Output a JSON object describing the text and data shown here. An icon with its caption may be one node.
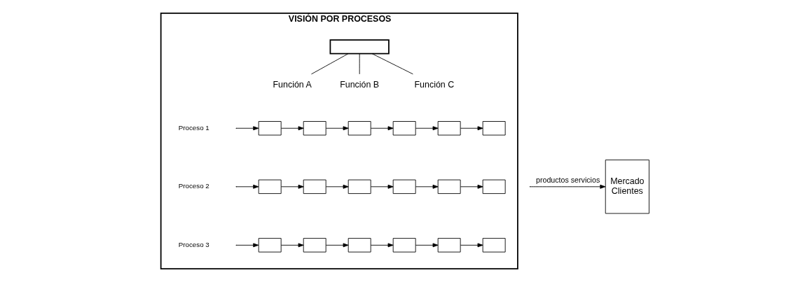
{
  "diagram": {
    "nodes": [
      {
        "text": [
          "VISIÓN POR PROCESOS"
        ]
      },
      {
        "text": [],
        "shape": "box",
        "in": 0
      },
      {
        "text": [
          "Función A"
        ],
        "in": 0
      },
      {
        "text": [
          "Función B"
        ],
        "in": 0
      },
      {
        "text": [
          "Función C"
        ],
        "in": 0
      },
      {
        "text": [],
        "shape": "box",
        "in": 0
      },
      {
        "text": [],
        "shape": "box",
        "in": 0
      },
      {
        "text": [],
        "shape": "box",
        "in": 0
      },
      {
        "text": [],
        "shape": "box",
        "in": 0
      },
      {
        "text": [],
        "shape": "box",
        "in": 0
      },
      {
        "text": [],
        "shape": "box",
        "in": 0
      },
      {
        "text": [],
        "shape": "box",
        "in": 0
      },
      {
        "text": [],
        "shape": "box",
        "in": 0
      },
      {
        "text": [],
        "shape": "box",
        "in": 0
      },
      {
        "text": [],
        "shape": "box",
        "in": 0
      },
      {
        "text": [],
        "shape": "box",
        "in": 0
      },
      {
        "text": [],
        "shape": "box",
        "in": 0
      },
      {
        "text": [],
        "shape": "box",
        "in": 0
      },
      {
        "text": [],
        "shape": "box",
        "in": 0
      },
      {
        "text": [],
        "shape": "box",
        "in": 0
      },
      {
        "text": [],
        "shape": "box",
        "in": 0
      },
      {
        "text": [],
        "shape": "box",
        "in": 0
      },
      {
        "text": [],
        "shape": "box",
        "in": 0
      },
      {
        "text": [
          "Mercado",
          "Clientes"
        ]
      }
    ],
    "edges": [
      {
        "from": 1,
        "to": 2,
        "arrow": "none"
      },
      {
        "from": 1,
        "to": 3,
        "arrow": "none"
      },
      {
        "from": 1,
        "to": 4,
        "arrow": "none"
      },
      {
        "from": null,
        "to": 5,
        "arrow": "to"
      },
      {
        "from": 5,
        "to": 6,
        "arrow": "to"
      },
      {
        "from": 6,
        "to": 7,
        "arrow": "to"
      },
      {
        "from": 7,
        "to": 8,
        "arrow": "to"
      },
      {
        "from": 8,
        "to": 9,
        "arrow": "to"
      },
      {
        "from": 9,
        "to": 10,
        "arrow": "to"
      },
      {
        "from": null,
        "to": 11,
        "arrow": "to"
      },
      {
        "from": 11,
        "to": 12,
        "arrow": "to"
      },
      {
        "from": 12,
        "to": 13,
        "arrow": "to"
      },
      {
        "from": 13,
        "to": 14,
        "arrow": "to"
      },
      {
        "from": 14,
        "to": 15,
        "arrow": "to"
      },
      {
        "from": 15,
        "to": 16,
        "arrow": "to"
      },
      {
        "from": null,
        "to": 17,
        "arrow": "to"
      },
      {
        "from": 17,
        "to": 18,
        "arrow": "to"
      },
      {
        "from": 18,
        "to": 19,
        "arrow": "to"
      },
      {
        "from": 19,
        "to": 20,
        "arrow": "to"
      },
      {
        "from": 20,
        "to": 21,
        "arrow": "to"
      },
      {
        "from": 21,
        "to": 22,
        "arrow": "to"
      },
      {
        "from": null,
        "to": 23,
        "arrow": "to",
        "label": "productos servicios"
      }
    ],
    "labels": [
      "Proceso 1",
      "Proceso 2",
      "Proceso 3"
    ]
  }
}
